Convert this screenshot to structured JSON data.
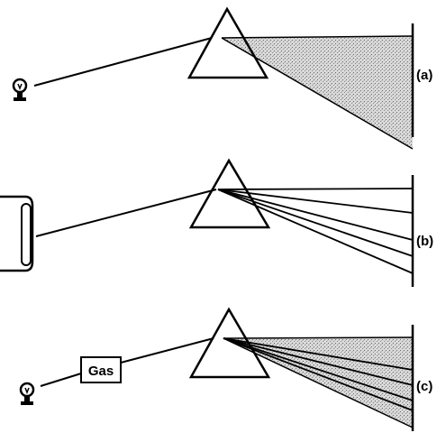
{
  "panels": [
    {
      "label": "(a)",
      "spectrum": "continuous",
      "source": "bulb"
    },
    {
      "label": "(b)",
      "spectrum": "emission-lines",
      "source": "tube"
    },
    {
      "label": "(c)",
      "spectrum": "absorption-lines",
      "source": "bulb",
      "filter_label": "Gas"
    }
  ],
  "colors": {
    "line": "#000000",
    "spectrum_fill": "#c8c8c8",
    "background": "#ffffff"
  }
}
